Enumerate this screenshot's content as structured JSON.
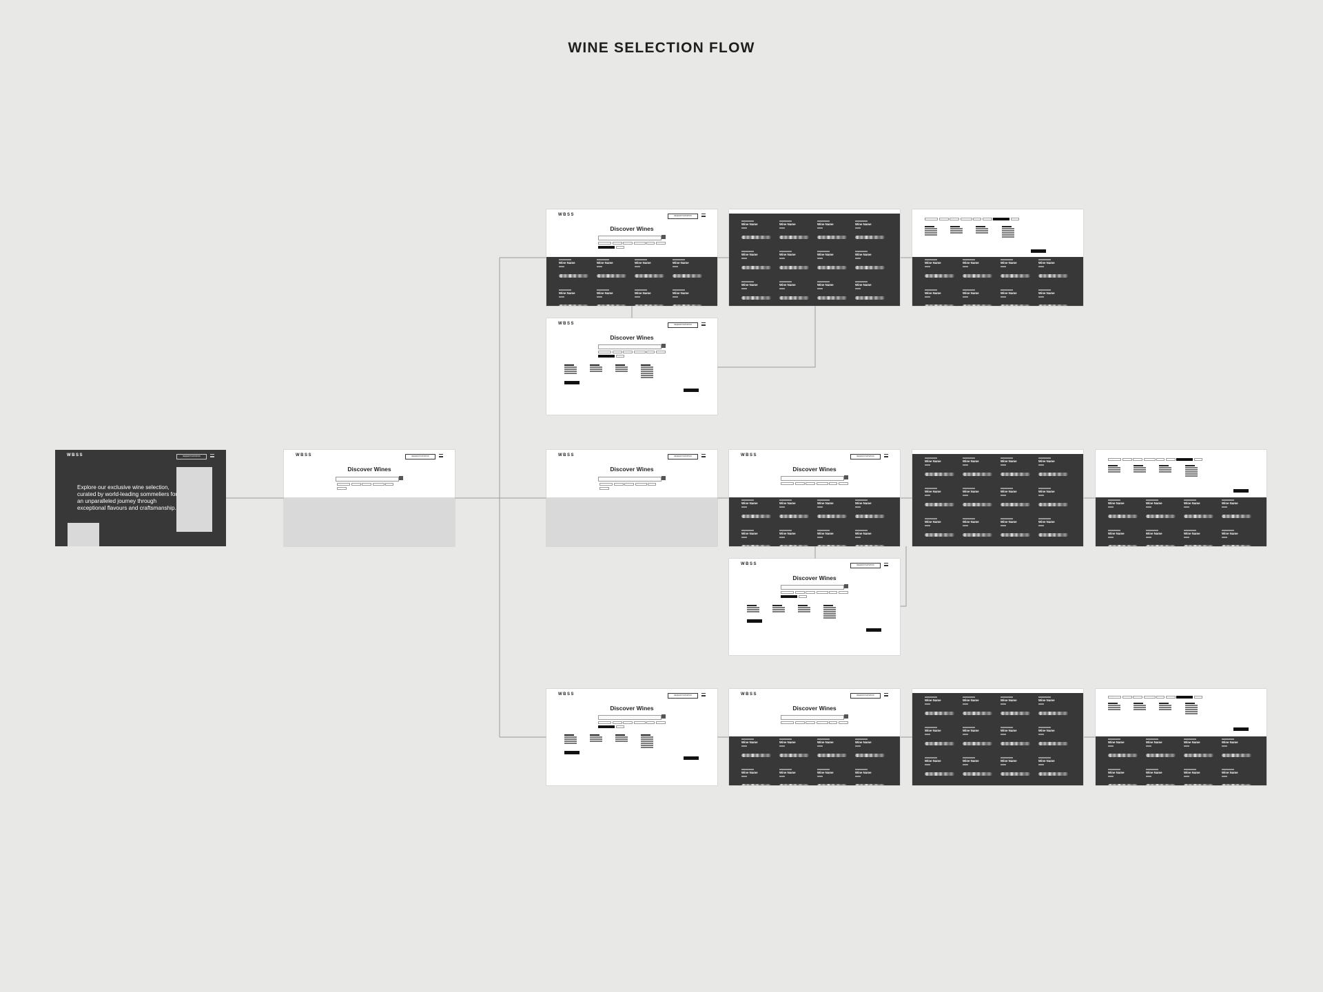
{
  "flow": {
    "title": "WINE SELECTION FLOW"
  },
  "common": {
    "logo": "WBSS",
    "request_button": "REQUEST INVITATION",
    "discover_heading": "Discover Wines",
    "wine_name": "Wine Name"
  },
  "hero": {
    "text": "Explore our exclusive wine selection, curated by world-leading sommeliers for an unparalleled journey through exceptional flavours and craftsmanship."
  },
  "colors": {
    "background": "#e8e8e6",
    "dark": "#383838",
    "ink": "#1e1e1e",
    "connector": "#9a9a9a"
  }
}
